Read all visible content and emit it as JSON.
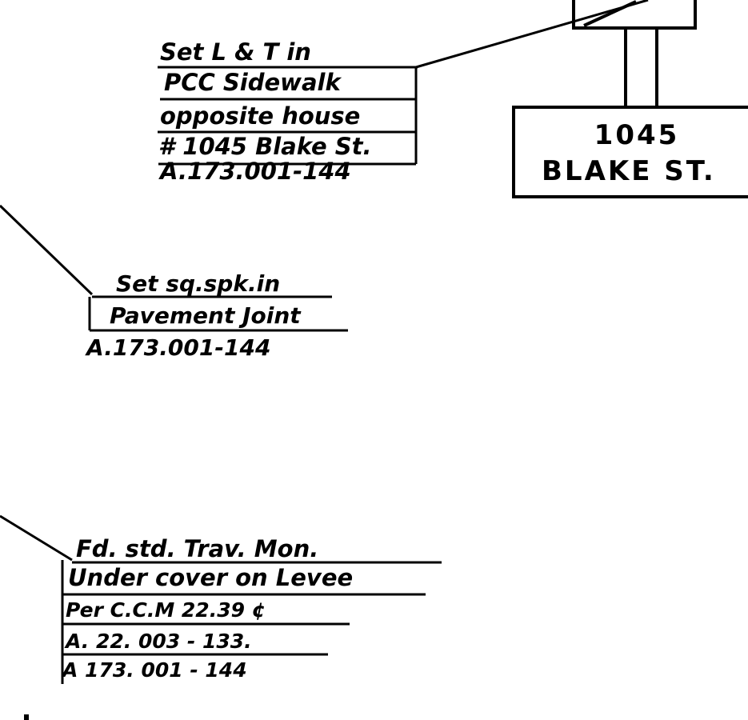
{
  "callouts": {
    "sidewalk": {
      "lines": [
        "Set L & T in",
        "PCC Sidewalk",
        "opposite house",
        "# 1045 Blake St.",
        "A.173.001-144"
      ]
    },
    "pavement": {
      "lines": [
        "Set sq.spk.in",
        "Pavement Joint",
        "A.173.001-144"
      ]
    },
    "levee": {
      "lines": [
        "Fd. std. Trav. Mon.",
        "Under cover on Levee",
        "Per C.C.M 22.39 ¢",
        "A. 22. 003 - 133.",
        "A 173. 001 - 144"
      ]
    }
  },
  "address_box": {
    "number": "1045",
    "street": "BLAKE ST."
  },
  "colors": {
    "ink": "#000000",
    "paper": "#ffffff"
  }
}
